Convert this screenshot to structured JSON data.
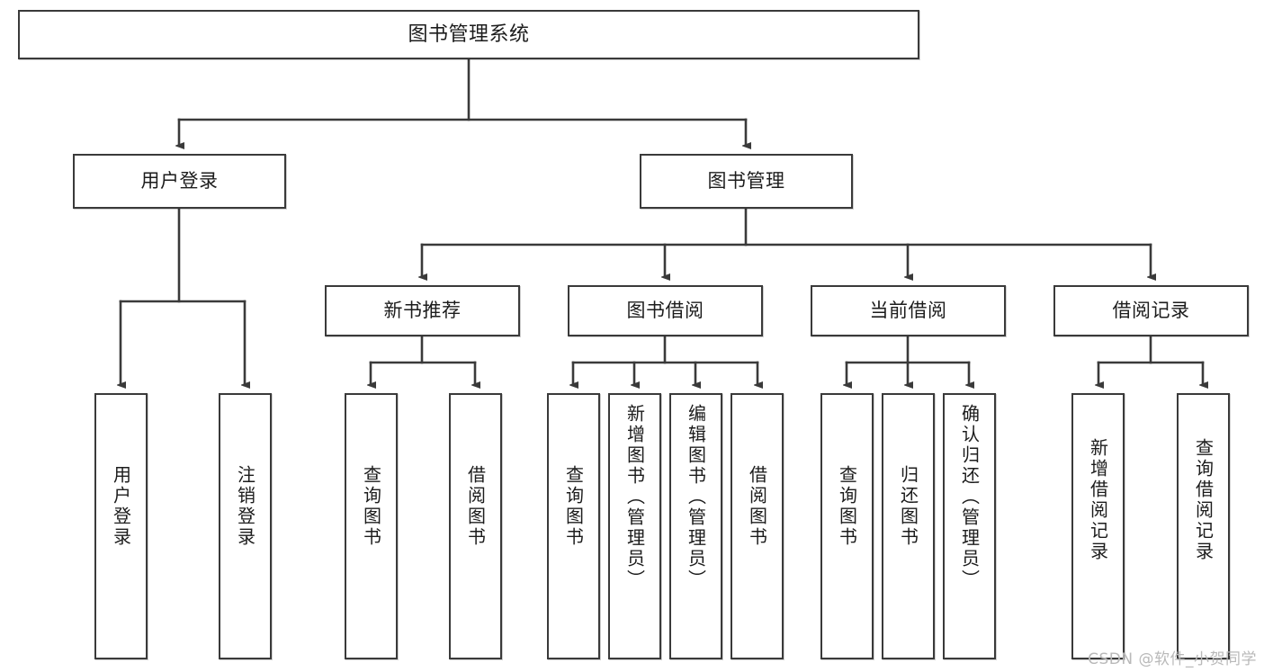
{
  "diagram": {
    "type": "tree-hierarchy",
    "title": "图书管理系统",
    "watermark": "CSDN @软件_小贺同学",
    "colors": {
      "box_border": "#3a3a3a",
      "box_fill": "#ffffff",
      "connector": "#3a3a3a",
      "text": "#1c1c1c",
      "watermark": "#b9b9b9"
    },
    "nodes": {
      "root": {
        "label": "图书管理系统"
      },
      "level2": [
        {
          "label": "用户登录"
        },
        {
          "label": "图书管理"
        }
      ],
      "level3": [
        {
          "label": "新书推荐"
        },
        {
          "label": "图书借阅"
        },
        {
          "label": "当前借阅"
        },
        {
          "label": "借阅记录"
        }
      ],
      "leaves": {
        "user_login": [
          {
            "label": "用户登录"
          },
          {
            "label": "注销登录"
          }
        ],
        "new_book_recommend": [
          {
            "label": "查询图书"
          },
          {
            "label": "借阅图书"
          }
        ],
        "book_borrow": [
          {
            "label": "查询图书"
          },
          {
            "label": "新增图书（管理员）"
          },
          {
            "label": "编辑图书（管理员）"
          },
          {
            "label": "借阅图书"
          }
        ],
        "current_borrow": [
          {
            "label": "查询图书"
          },
          {
            "label": "归还图书"
          },
          {
            "label": "确认归还（管理员）"
          }
        ],
        "borrow_record": [
          {
            "label": "新增借阅记录"
          },
          {
            "label": "查询借阅记录"
          }
        ]
      }
    }
  }
}
